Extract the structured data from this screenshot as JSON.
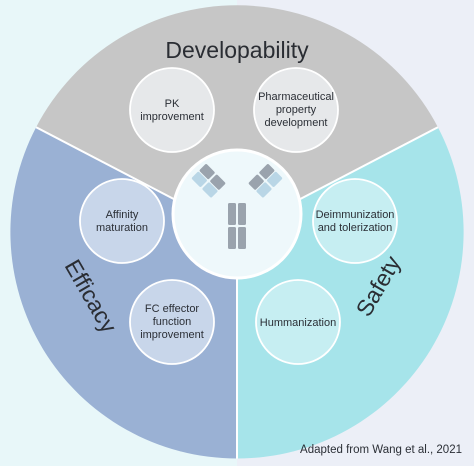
{
  "sectors": {
    "developability": {
      "label": "Developability",
      "color": "#c6c6c6"
    },
    "efficacy": {
      "label": "Efficacy",
      "color": "#9ab1d4"
    },
    "safety": {
      "label": "Safety",
      "color": "#a6e4ea"
    }
  },
  "center": {
    "icon": "antibody-icon",
    "fill": "#eef8fb"
  },
  "nodes": {
    "pk": [
      "PK",
      "improvement"
    ],
    "pharma": [
      "Pharmaceutical",
      "property",
      "development"
    ],
    "affinity": [
      "Affinity",
      "maturation"
    ],
    "fc": [
      "FC effector",
      "function",
      "improvement"
    ],
    "deimmunization": [
      "Deimmunization",
      "and tolerization"
    ],
    "humanization": [
      "Hummanization"
    ]
  },
  "caption": "Adapted from Wang et al., 2021",
  "colors": {
    "background_left": "#e8f7f9",
    "background_right": "#eceff7",
    "antibody_gray": "#9aa3ad",
    "antibody_light": "#b9d6e6"
  }
}
